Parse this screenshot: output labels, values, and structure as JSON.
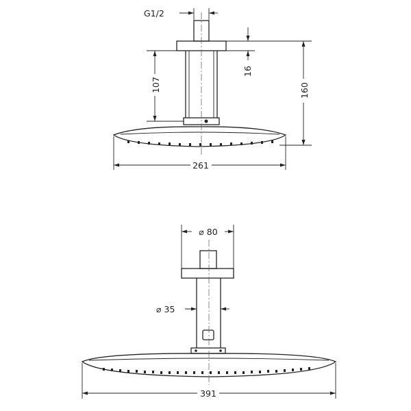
{
  "drawing": {
    "side_view": {
      "thread_label": "G1/2",
      "dim_flange": "16",
      "dim_arm": "107",
      "dim_total_height": "160",
      "dim_depth": "261"
    },
    "front_view": {
      "dim_flange_dia": "⌀ 80",
      "dim_pipe_dia": "⌀ 35",
      "dim_width": "391"
    }
  }
}
